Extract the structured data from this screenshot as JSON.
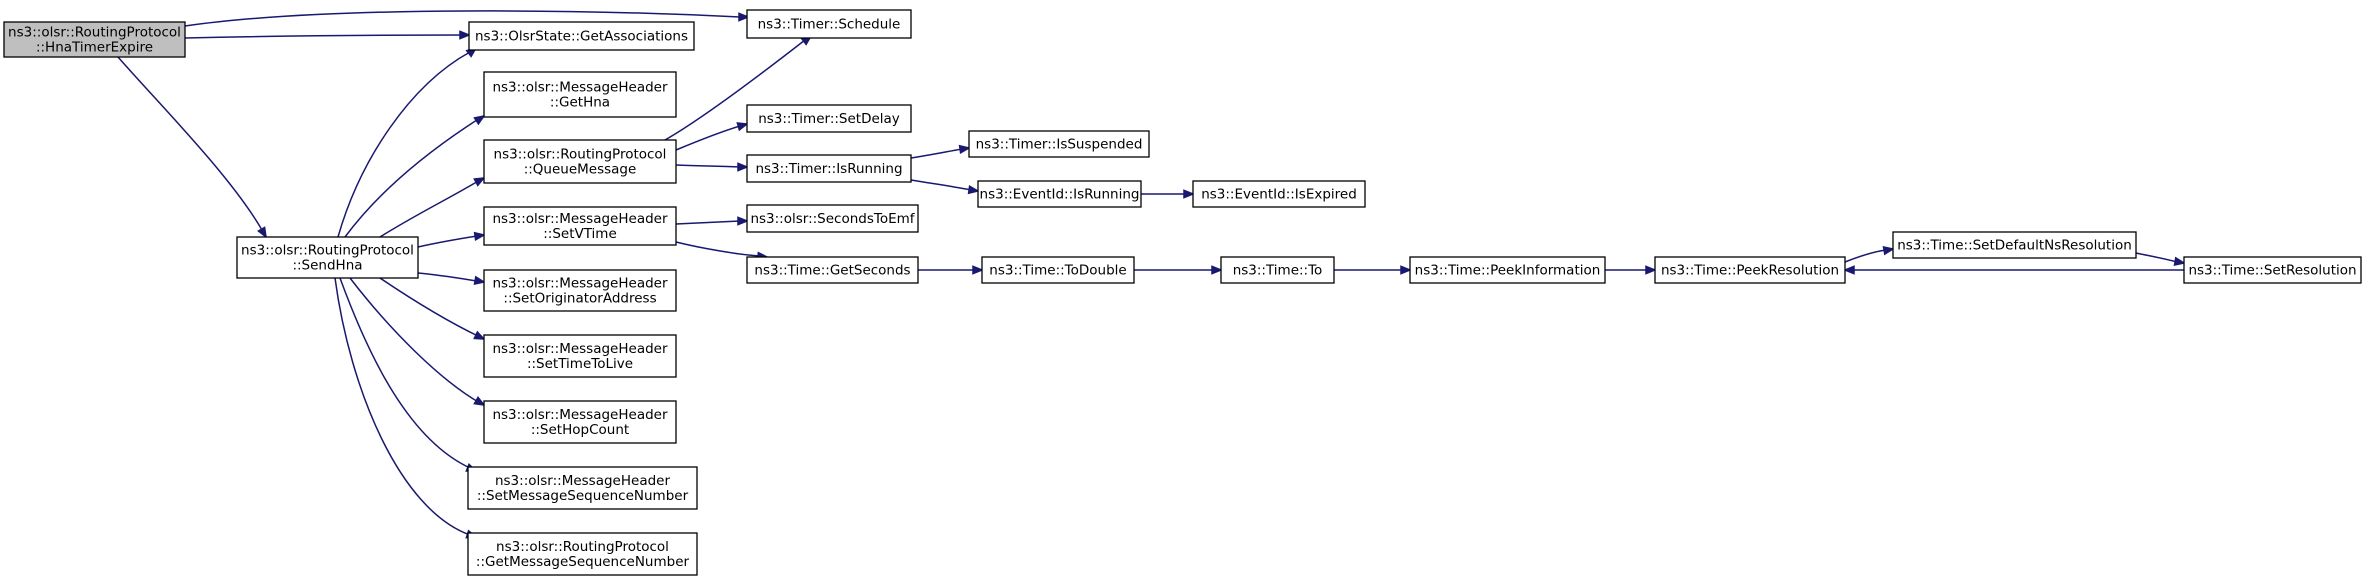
{
  "colors": {
    "edge": "#191970",
    "node_border": "#000000",
    "root_fill": "#bfbfbf",
    "node_fill": "#ffffff"
  },
  "nodes": [
    {
      "id": "hnaTimerExpire",
      "lines": [
        "ns3::olsr::RoutingProtocol",
        "::HnaTimerExpire"
      ],
      "root": true
    },
    {
      "id": "sendHna",
      "lines": [
        "ns3::olsr::RoutingProtocol",
        "::SendHna"
      ]
    },
    {
      "id": "getAssociations",
      "lines": [
        "ns3::OlsrState::GetAssociations"
      ]
    },
    {
      "id": "timerSchedule",
      "lines": [
        "ns3::Timer::Schedule"
      ]
    },
    {
      "id": "getHna",
      "lines": [
        "ns3::olsr::MessageHeader",
        "::GetHna"
      ]
    },
    {
      "id": "queueMessage",
      "lines": [
        "ns3::olsr::RoutingProtocol",
        "::QueueMessage"
      ]
    },
    {
      "id": "setVTime",
      "lines": [
        "ns3::olsr::MessageHeader",
        "::SetVTime"
      ]
    },
    {
      "id": "setOriginatorAddress",
      "lines": [
        "ns3::olsr::MessageHeader",
        "::SetOriginatorAddress"
      ]
    },
    {
      "id": "setTimeToLive",
      "lines": [
        "ns3::olsr::MessageHeader",
        "::SetTimeToLive"
      ]
    },
    {
      "id": "setHopCount",
      "lines": [
        "ns3::olsr::MessageHeader",
        "::SetHopCount"
      ]
    },
    {
      "id": "setMessageSequenceNumber",
      "lines": [
        "ns3::olsr::MessageHeader",
        "::SetMessageSequenceNumber"
      ]
    },
    {
      "id": "getMessageSequenceNumber",
      "lines": [
        "ns3::olsr::RoutingProtocol",
        "::GetMessageSequenceNumber"
      ]
    },
    {
      "id": "timerSetDelay",
      "lines": [
        "ns3::Timer::SetDelay"
      ]
    },
    {
      "id": "timerIsRunning",
      "lines": [
        "ns3::Timer::IsRunning"
      ]
    },
    {
      "id": "secondsToEmf",
      "lines": [
        "ns3::olsr::SecondsToEmf"
      ]
    },
    {
      "id": "timeGetSeconds",
      "lines": [
        "ns3::Time::GetSeconds"
      ]
    },
    {
      "id": "timerIsSuspended",
      "lines": [
        "ns3::Timer::IsSuspended"
      ]
    },
    {
      "id": "eventIdIsRunning",
      "lines": [
        "ns3::EventId::IsRunning"
      ]
    },
    {
      "id": "eventIdIsExpired",
      "lines": [
        "ns3::EventId::IsExpired"
      ]
    },
    {
      "id": "timeToDouble",
      "lines": [
        "ns3::Time::ToDouble"
      ]
    },
    {
      "id": "timeTo",
      "lines": [
        "ns3::Time::To"
      ]
    },
    {
      "id": "peekInformation",
      "lines": [
        "ns3::Time::PeekInformation"
      ]
    },
    {
      "id": "peekResolution",
      "lines": [
        "ns3::Time::PeekResolution"
      ]
    },
    {
      "id": "setDefaultNsResolution",
      "lines": [
        "ns3::Time::SetDefaultNsResolution"
      ]
    },
    {
      "id": "setResolution",
      "lines": [
        "ns3::Time::SetResolution"
      ]
    }
  ],
  "edges": [
    {
      "from": "hnaTimerExpire",
      "to": "timerSchedule"
    },
    {
      "from": "hnaTimerExpire",
      "to": "getAssociations"
    },
    {
      "from": "hnaTimerExpire",
      "to": "sendHna"
    },
    {
      "from": "sendHna",
      "to": "getAssociations"
    },
    {
      "from": "sendHna",
      "to": "getHna"
    },
    {
      "from": "sendHna",
      "to": "queueMessage"
    },
    {
      "from": "sendHna",
      "to": "setVTime"
    },
    {
      "from": "sendHna",
      "to": "setOriginatorAddress"
    },
    {
      "from": "sendHna",
      "to": "setTimeToLive"
    },
    {
      "from": "sendHna",
      "to": "setHopCount"
    },
    {
      "from": "sendHna",
      "to": "setMessageSequenceNumber"
    },
    {
      "from": "sendHna",
      "to": "getMessageSequenceNumber"
    },
    {
      "from": "queueMessage",
      "to": "timerSchedule"
    },
    {
      "from": "queueMessage",
      "to": "timerSetDelay"
    },
    {
      "from": "queueMessage",
      "to": "timerIsRunning"
    },
    {
      "from": "setVTime",
      "to": "secondsToEmf"
    },
    {
      "from": "setVTime",
      "to": "timeGetSeconds"
    },
    {
      "from": "timerIsRunning",
      "to": "timerIsSuspended"
    },
    {
      "from": "timerIsRunning",
      "to": "eventIdIsRunning"
    },
    {
      "from": "eventIdIsRunning",
      "to": "eventIdIsExpired"
    },
    {
      "from": "timeGetSeconds",
      "to": "timeToDouble"
    },
    {
      "from": "timeToDouble",
      "to": "timeTo"
    },
    {
      "from": "timeTo",
      "to": "peekInformation"
    },
    {
      "from": "peekInformation",
      "to": "peekResolution"
    },
    {
      "from": "peekResolution",
      "to": "setDefaultNsResolution"
    },
    {
      "from": "setDefaultNsResolution",
      "to": "setResolution"
    },
    {
      "from": "setResolution",
      "to": "peekResolution"
    }
  ]
}
